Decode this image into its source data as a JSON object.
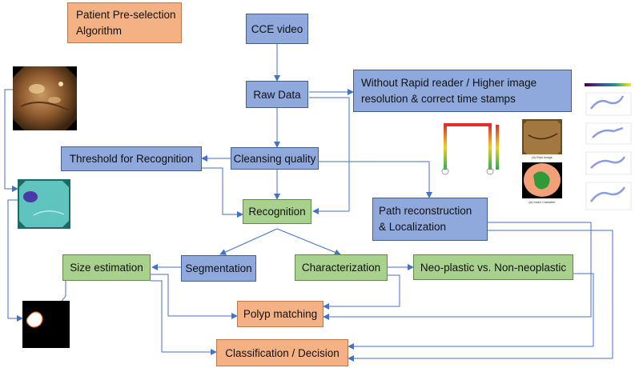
{
  "boxes": {
    "patient": "Patient Pre-selection\nAlgorithm",
    "cce": "CCE video",
    "raw": "Raw Data",
    "without": "Without Rapid reader / Higher image\nresolution & correct time stamps",
    "threshold": "Threshold for Recognition",
    "cleansing": "Cleansing quality",
    "recognition": "Recognition",
    "path": "Path reconstruction\n& Localization",
    "size": "Size estimation",
    "segmentation": "Segmentation",
    "characterization": "Characterization",
    "neoplastic": "Neo-plastic vs. Non-neoplastic",
    "polyp": "Polyp matching",
    "classification": "Classification / Decision"
  },
  "panel_captions": {
    "raw_image": "(a) Raw image",
    "index_classifier": "(b) Index Classifier"
  },
  "colors": {
    "blue_box": "#8fa9dc",
    "green_box": "#a9d18e",
    "orange_box": "#f4b183",
    "arrow": "#4472c4"
  },
  "icons": {
    "frame_1": "endoscopy-frame-image",
    "frame_2": "segmented-polyp-image",
    "frame_3": "binary-mask-image",
    "path_map": "path-trajectory-map",
    "plots": "3d-trajectory-plots"
  }
}
